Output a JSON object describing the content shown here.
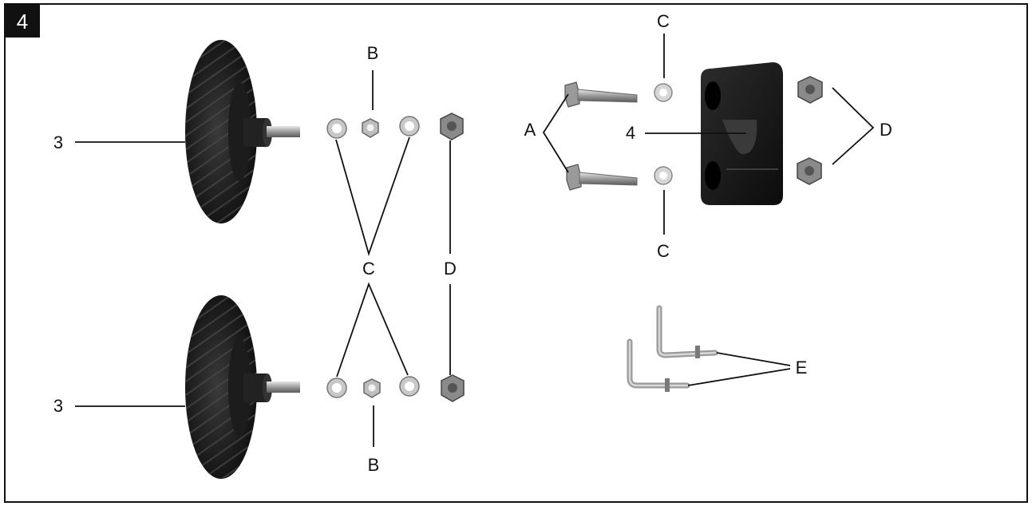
{
  "figure": {
    "number": "4",
    "labels": {
      "wheel_top": "3",
      "wheel_bottom": "3",
      "b_top": "B",
      "b_bottom": "B",
      "c_middle": "C",
      "d_middle": "D",
      "a": "A",
      "c_top_right": "C",
      "c_bottom_right": "C",
      "four": "4",
      "d_right": "D",
      "e": "E"
    }
  }
}
